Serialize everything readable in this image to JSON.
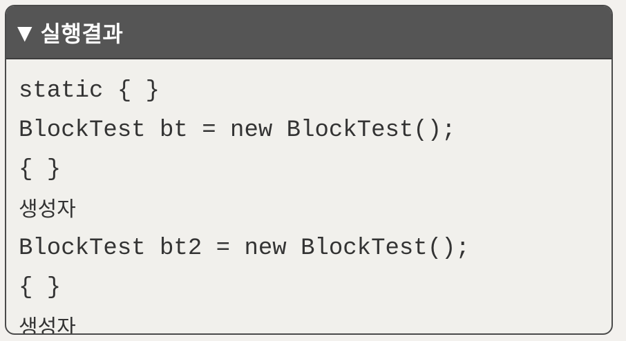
{
  "header": {
    "marker": "▼",
    "title": "실행결과"
  },
  "lines": [
    "static { }",
    "BlockTest bt = new BlockTest();",
    "{ }",
    "생성자",
    "BlockTest bt2 = new BlockTest();",
    "{ }",
    "생성자"
  ],
  "colors": {
    "header_bg": "#555555",
    "header_text": "#ffffff",
    "body_bg": "#f1f0ec",
    "text": "#333333",
    "border": "#4a4a4a"
  }
}
